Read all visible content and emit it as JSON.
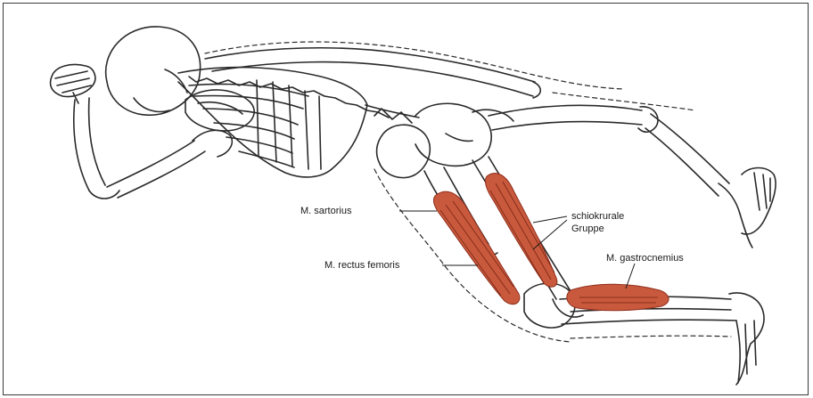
{
  "labels": {
    "sartorius": "M. sartorius",
    "schiokrurale_line1": "schiokrurale",
    "schiokrurale_line2": "Gruppe",
    "rectus_femoris": "M. rectus femoris",
    "gastrocnemius": "M. gastrocnemius"
  },
  "colors": {
    "muscle": "#c8593c",
    "muscle_dark": "#8f2e1c",
    "outline": "#2a2a2a",
    "frame": "#3a3a3a"
  }
}
